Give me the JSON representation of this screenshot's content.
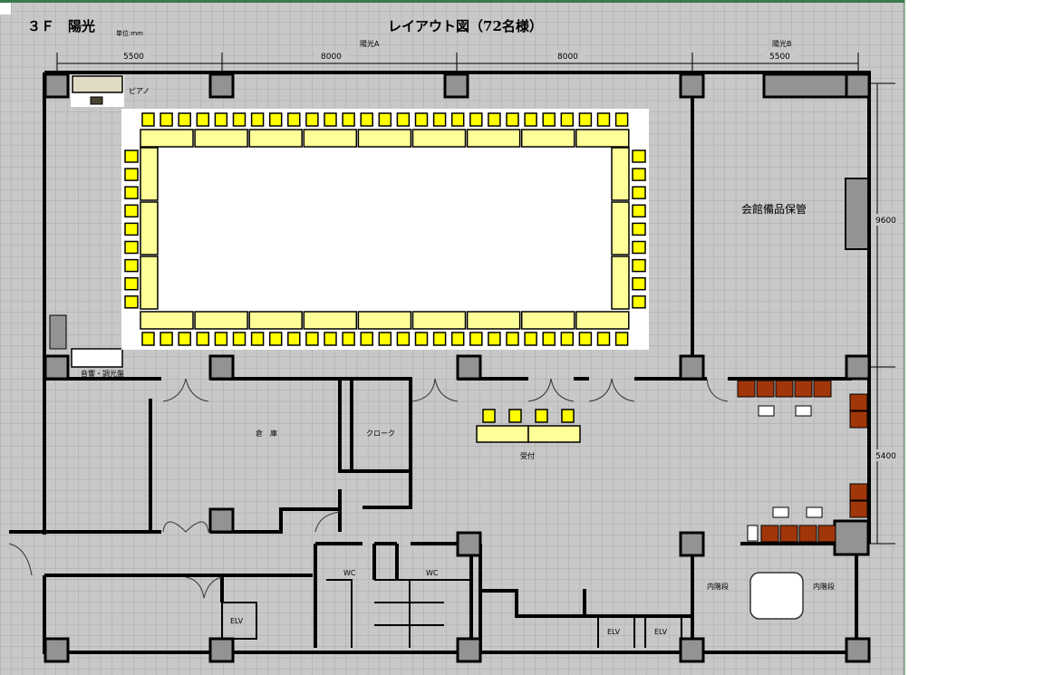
{
  "header": {
    "floor_name": "３Ｆ　陽光",
    "unit": "単位:mm",
    "title": "レイアウト図（72名様）"
  },
  "dimensions": {
    "room_a_label": "陽光A",
    "room_b_label": "陽光B",
    "horizontal": [
      "5500",
      "8000",
      "8000",
      "5500"
    ],
    "vertical": [
      "9600",
      "5400"
    ]
  },
  "labels": {
    "piano": "ピアノ",
    "storage_equipment": "会館備品保管",
    "sound_panel": "音響・調光盤",
    "warehouse": "倉　庫",
    "cloak": "クローク",
    "reception": "受付",
    "wc_1": "WC",
    "wc_2": "WC",
    "elv_1": "ELV",
    "elv_2": "ELV",
    "elv_3": "ELV",
    "stairs_1": "内階段",
    "stairs_2": "内階段"
  },
  "seating": {
    "total_guests": 72,
    "top_chairs": 27,
    "bottom_chairs": 27,
    "left_chairs": 9,
    "right_chairs": 9,
    "top_tables": 9,
    "bottom_tables": 9,
    "side_tables": 3
  },
  "reception": {
    "chairs": 4,
    "tables": 2
  },
  "colors": {
    "chair": "#ffff00",
    "table": "#ffff99",
    "lounge_chair": "#a0360a",
    "column": "#939393"
  }
}
